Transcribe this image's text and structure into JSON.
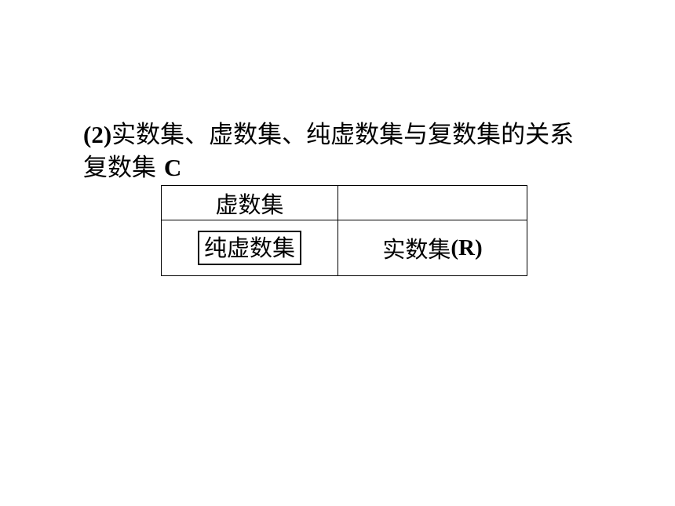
{
  "heading": {
    "line1_prefix": "(2)",
    "line1_text": "实数集、虚数集、纯虚数集与复数集的关系",
    "line2_text": "复数集",
    "line2_suffix": "C"
  },
  "diagram": {
    "top_left": "虚数集",
    "top_right": "",
    "bottom_left": "纯虚数集",
    "bottom_right_text": "实数集",
    "bottom_right_symbol": "(R)"
  }
}
